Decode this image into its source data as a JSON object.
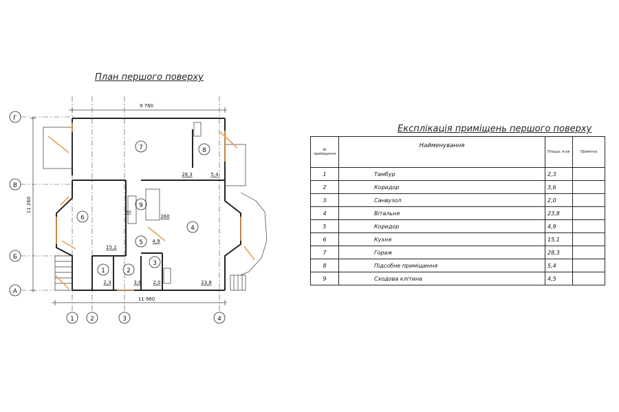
{
  "plan": {
    "title": "План першого поверху",
    "dim_top": "9 760",
    "dim_bottom": "11 960",
    "dim_left": "11 260",
    "axes_rows": [
      "Г",
      "В",
      "Б",
      "А"
    ],
    "axes_cols": [
      "1",
      "2",
      "3",
      "4"
    ],
    "room_numbers": [
      "7",
      "8",
      "6",
      "9",
      "4",
      "5",
      "1",
      "2",
      "3"
    ],
    "area_labels": [
      "28,3",
      "5,4",
      "15,1",
      "4,9",
      "2,3",
      "3,6",
      "2,0",
      "23,8"
    ],
    "level_mark": "260",
    "level_mark_2": "260"
  },
  "table": {
    "title": "Експлікація приміщень першого поверху",
    "headers": {
      "num": "№ приміщення",
      "name": "Найменування",
      "area": "Площа, м.кв",
      "note": "Примітка"
    },
    "rows": [
      {
        "num": "1",
        "name": "Тамбур",
        "area": "2,3",
        "note": ""
      },
      {
        "num": "2",
        "name": "Коридор",
        "area": "3,6",
        "note": ""
      },
      {
        "num": "3",
        "name": "Санвузол",
        "area": "2,0",
        "note": ""
      },
      {
        "num": "4",
        "name": "Вітальня",
        "area": "23,8",
        "note": ""
      },
      {
        "num": "5",
        "name": "Коридор",
        "area": "4,9",
        "note": ""
      },
      {
        "num": "6",
        "name": "Кухня",
        "area": "15,1",
        "note": ""
      },
      {
        "num": "7",
        "name": "Гораж",
        "area": "28,3",
        "note": ""
      },
      {
        "num": "8",
        "name": "Підсобне приміщення",
        "area": "5,4",
        "note": ""
      },
      {
        "num": "9",
        "name": "Сходова клітина",
        "area": "4,5",
        "note": ""
      }
    ]
  },
  "colors": {
    "lines": "#222222",
    "openings": "#e8a050",
    "dim": "#444444"
  }
}
